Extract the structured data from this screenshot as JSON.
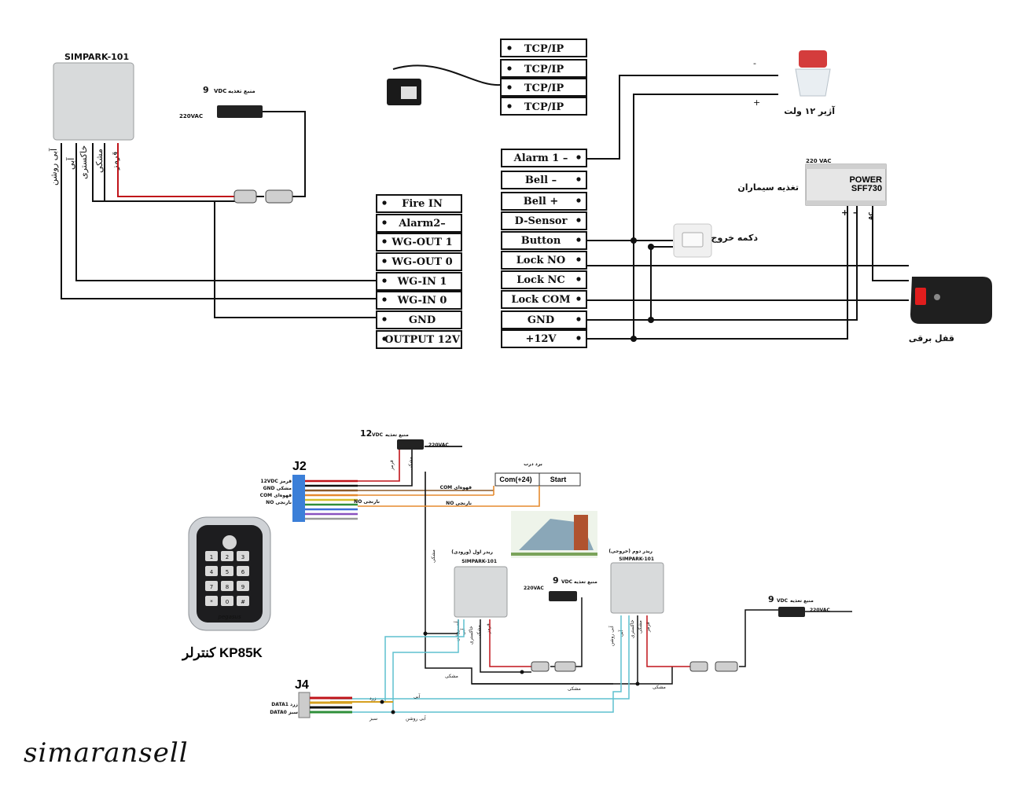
{
  "brand": "simaransell",
  "top": {
    "reader_label": "SIMPARK-101",
    "reader_wires": [
      "آبی روشن",
      "آبی",
      "خاکستری",
      "مشکی",
      "قرمز"
    ],
    "psu": {
      "voltage": "9",
      "unit": "VDC",
      "title": "منبع تغذیه",
      "input": "220VAC"
    },
    "left_terminals": [
      "Fire IN",
      "Alarm2–",
      "WG-OUT 1",
      "WG-OUT 0",
      "WG-IN 1",
      "WG-IN 0",
      "GND",
      "OUTPUT 12V"
    ],
    "tcp_terminals": [
      "TCP/IP",
      "TCP/IP",
      "TCP/IP",
      "TCP/IP"
    ],
    "right_terminals": [
      "Alarm 1 –",
      "Bell –",
      "Bell +",
      "D-Sensor",
      "Button",
      "Lock NO",
      "Lock NC",
      "Lock COM",
      "GND",
      "+12V"
    ],
    "siren": {
      "label": "آژیر ۱۲ ولت",
      "minus": "-",
      "plus": "+"
    },
    "exit_button": "دکمه خروج",
    "power": {
      "vac": "220 VAC",
      "line1": "POWER",
      "line2": "SFF730",
      "label": "تغذیه سیماران",
      "plus": "+",
      "minus": "–",
      "ac": "AC"
    },
    "lock": "قفل برقی"
  },
  "bottom": {
    "psu12": {
      "voltage": "12",
      "unit": "VDC",
      "title": "منبع تغذیه",
      "input": "220VAC"
    },
    "psu12_wires": [
      "قرمز",
      "مشکی"
    ],
    "j2_title": "J2",
    "j2_pins": [
      "12VDC قرمز",
      "GND مشکی",
      "COM قهوه‌ای",
      "NO نارنجی"
    ],
    "j2_no": "NO نارنجی",
    "com_line": "COM قهوه‌ای",
    "no_line": "NO نارنجی",
    "door_board": {
      "title": "برد درب",
      "com": "Com(+24)",
      "start": "Start"
    },
    "reader1": {
      "title": "ریدر اول (ورودی)",
      "model": "SIMPARK-101",
      "wires": [
        "آبی روشن",
        "آبی",
        "خاکستری",
        "مشکی",
        "قرمز"
      ]
    },
    "reader2": {
      "title": "ریدر دوم (خروجی)",
      "model": "SIMPARK-101",
      "wires": [
        "آبی روشن",
        "آبی",
        "خاکستری",
        "مشکی",
        "قرمز"
      ]
    },
    "psu9a": {
      "voltage": "9",
      "unit": "VDC",
      "title": "منبع تغذیه",
      "input": "220VAC"
    },
    "psu9b": {
      "voltage": "9",
      "unit": "VDC",
      "title": "منبع تغذیه",
      "input": "220VAC"
    },
    "vertical_black": "مشکی",
    "keypad": {
      "keys": [
        "1",
        "2",
        "3",
        "4",
        "5",
        "6",
        "7",
        "8",
        "9",
        "*",
        "0",
        "#"
      ],
      "brand": "pegasus"
    },
    "controller_label": "کنترلر KP85K",
    "j4_title": "J4",
    "j4_pins": [
      "DATA1 زرد",
      "DATA0 سبز"
    ],
    "bus_labels": {
      "yellow": "زرد",
      "green": "سبز",
      "blue": "آبی",
      "lightblue": "آبی روشن",
      "black1": "مشکی",
      "black2": "مشکی",
      "black3": "مشکی"
    }
  },
  "colors": {
    "wire_black": "#111111",
    "wire_red": "#c0141a",
    "wire_blue": "#5fc1cf",
    "wire_yellow": "#d6a020",
    "wire_green": "#2f8f3a",
    "wire_brown": "#8a5a2b",
    "wire_orange": "#e58a2e"
  }
}
